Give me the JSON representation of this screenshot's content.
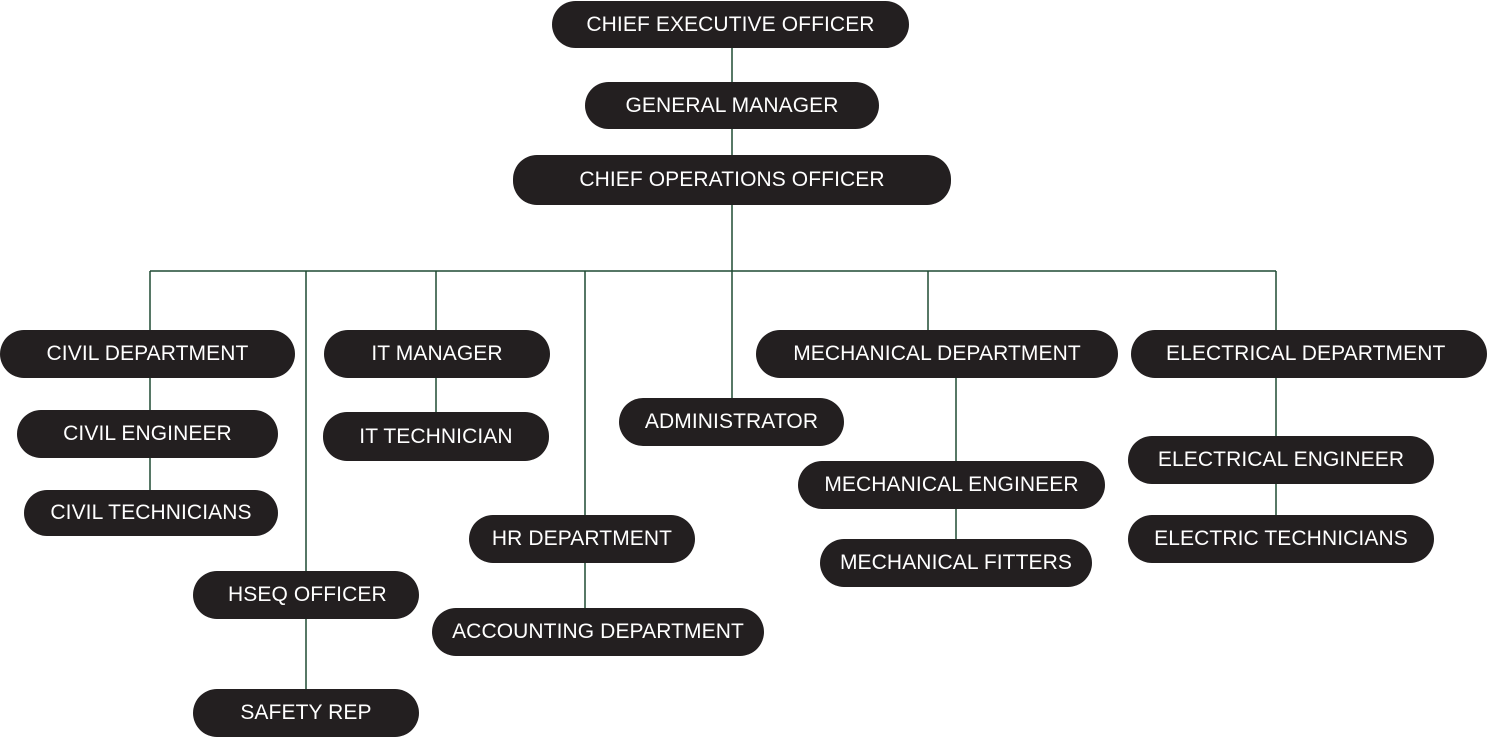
{
  "org_chart": {
    "ceo": "CHIEF EXECUTIVE OFFICER",
    "general_manager": "GENERAL MANAGER",
    "coo": "CHIEF OPERATIONS OFFICER",
    "civil": {
      "department": "CIVIL DEPARTMENT",
      "engineer": "CIVIL ENGINEER",
      "technicians": "CIVIL TECHNICIANS"
    },
    "hseq": {
      "officer": "HSEQ OFFICER",
      "safety_rep": "SAFETY REP"
    },
    "it": {
      "manager": "IT MANAGER",
      "technician": "IT TECHNICIAN"
    },
    "hr": {
      "department": "HR DEPARTMENT",
      "accounting": "ACCOUNTING DEPARTMENT"
    },
    "administrator": "ADMINISTRATOR",
    "mechanical": {
      "department": "MECHANICAL DEPARTMENT",
      "engineer": "MECHANICAL ENGINEER",
      "fitters": "MECHANICAL FITTERS"
    },
    "electrical": {
      "department": "ELECTRICAL DEPARTMENT",
      "engineer": "ELECTRICAL ENGINEER",
      "technicians": "ELECTRIC TECHNICIANS"
    }
  },
  "colors": {
    "node_fill": "#231f20",
    "node_text": "#ffffff",
    "connector": "#1f4a33"
  }
}
